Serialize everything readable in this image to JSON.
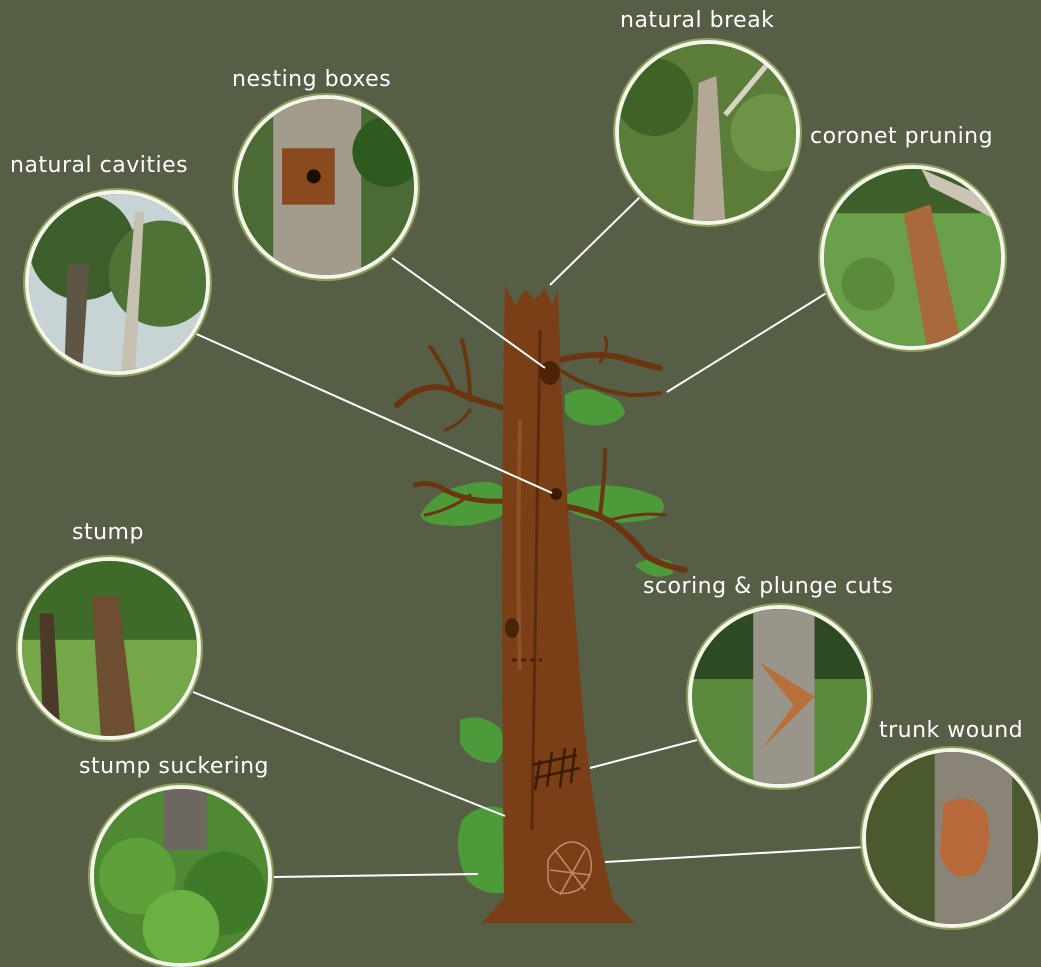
{
  "diagram": {
    "labels": {
      "natural_break": "natural break",
      "nesting_boxes": "nesting boxes",
      "coronet_pruning": "coronet pruning",
      "natural_cavities": "natural cavities",
      "stump": "stump",
      "scoring_plunge": "scoring & plunge cuts",
      "trunk_wound": "trunk wound",
      "stump_suckering": "stump suckering"
    }
  },
  "colors": {
    "background": "#565e45",
    "trunk": "#7a3f16",
    "trunk_dark": "#5a2c0d",
    "foliage": "#4c9a3a",
    "callout_line": "#ffffff",
    "photo_ring": "#8aa05a"
  }
}
